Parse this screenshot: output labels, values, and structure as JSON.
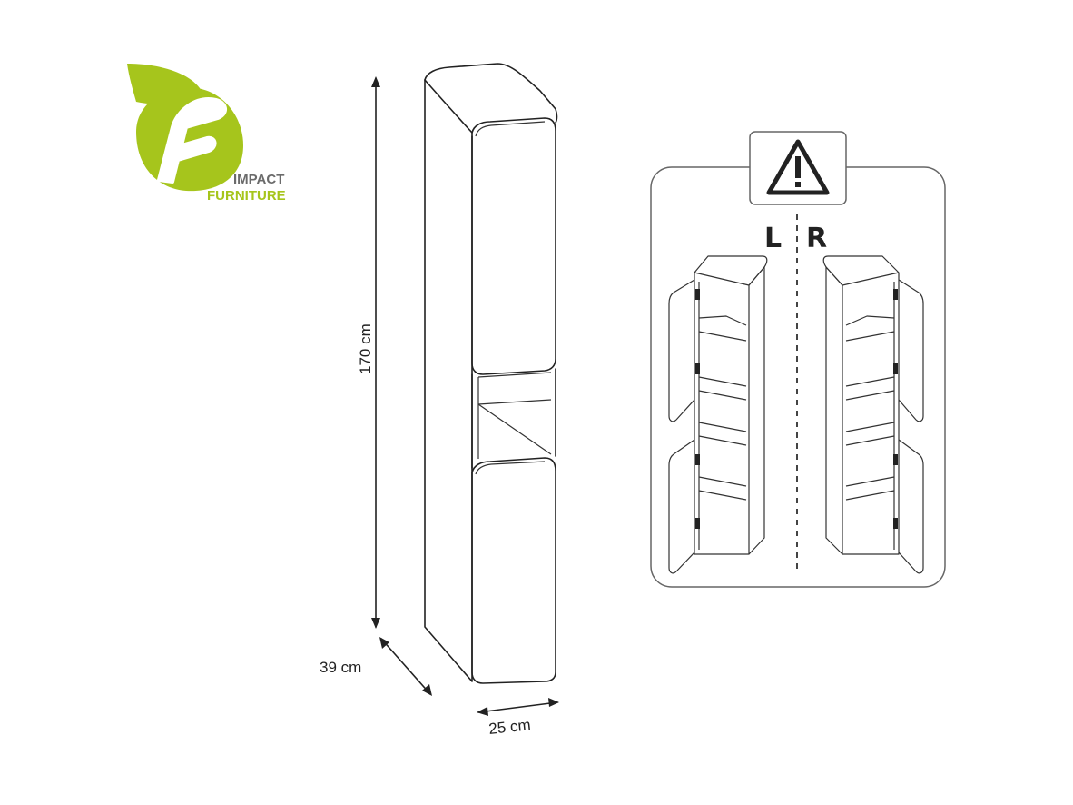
{
  "brand": {
    "line1": "IMPACT",
    "line2": "FURNITURE",
    "green": "#a6c51c",
    "gray": "#6b6b6b",
    "logo_icon": "leaf-f-logo-icon"
  },
  "dimensions": {
    "height": "170 cm",
    "depth": "39 cm",
    "width": "25 cm"
  },
  "orientation": {
    "warning_icon": "warning-triangle-icon",
    "left": "L",
    "right": "R"
  },
  "colors": {
    "line": "#222222",
    "frame": "#666666"
  }
}
